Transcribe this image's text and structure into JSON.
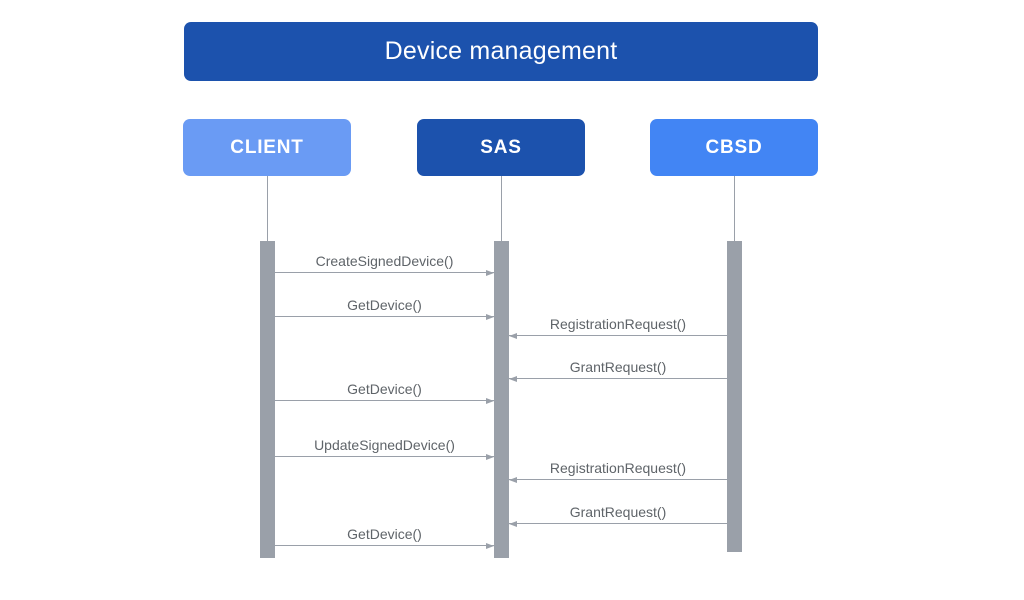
{
  "diagram": {
    "title": "Device management",
    "type": "sequence-diagram",
    "colors": {
      "title_bar": "#1c52ad",
      "client_header": "#6a9bf4",
      "sas_header": "#1c52ad",
      "cbsd_header": "#4285f4",
      "activation_bar": "#9aa0a9",
      "message_line": "#9aa0a9",
      "message_text": "#5f6469",
      "background": "#ffffff"
    },
    "participants": [
      {
        "id": "client",
        "label": "CLIENT"
      },
      {
        "id": "sas",
        "label": "SAS"
      },
      {
        "id": "cbsd",
        "label": "CBSD"
      }
    ],
    "messages": [
      {
        "label": "CreateSignedDevice()",
        "from": "client",
        "to": "sas",
        "direction": "right"
      },
      {
        "label": "GetDevice()",
        "from": "client",
        "to": "sas",
        "direction": "right"
      },
      {
        "label": "RegistrationRequest()",
        "from": "cbsd",
        "to": "sas",
        "direction": "left"
      },
      {
        "label": "GrantRequest()",
        "from": "cbsd",
        "to": "sas",
        "direction": "left"
      },
      {
        "label": "GetDevice()",
        "from": "client",
        "to": "sas",
        "direction": "right"
      },
      {
        "label": "UpdateSignedDevice()",
        "from": "client",
        "to": "sas",
        "direction": "right"
      },
      {
        "label": "RegistrationRequest()",
        "from": "cbsd",
        "to": "sas",
        "direction": "left"
      },
      {
        "label": "GrantRequest()",
        "from": "cbsd",
        "to": "sas",
        "direction": "left"
      },
      {
        "label": "GetDevice()",
        "from": "client",
        "to": "sas",
        "direction": "right"
      }
    ]
  }
}
